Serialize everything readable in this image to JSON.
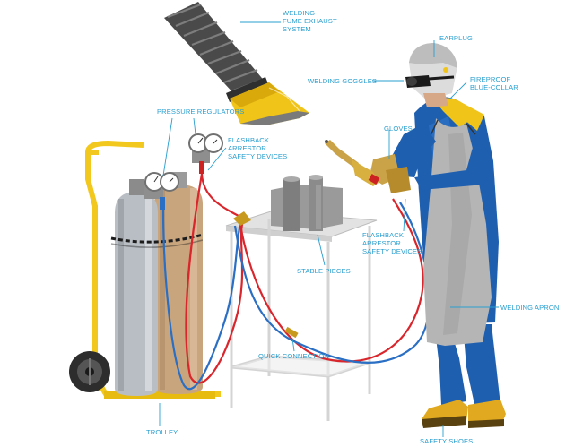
{
  "colors": {
    "label_text": "#2a9fd0",
    "leader_line": "#2a9fd0",
    "yellow": "#f2c81e",
    "tan_cylinder": "#c9a57e",
    "gray_cylinder": "#b9bec4",
    "coverall_blue": "#1f5fb0",
    "apron_gray": "#b5b5b5",
    "hose_red": "#d9262c",
    "hose_blue": "#2a6fc4"
  },
  "labels": {
    "fume_exhaust": [
      "WELDING",
      "FUME EXHAUST",
      "SYSTEM"
    ],
    "earplug": [
      "EARPLUG"
    ],
    "goggles": [
      "WELDING GOGGLES"
    ],
    "fireproof": [
      "FIREPROOF",
      "BLUE-COLLAR"
    ],
    "regulators": [
      "PRESSURE REGULATORS"
    ],
    "gloves": [
      "GLOVES"
    ],
    "arrestor_left": [
      "FLASHBACK",
      "ARRESTOR",
      "SAFETY DEVICES"
    ],
    "arrestor_right": [
      "FLASHBACK",
      "ARRESTOR",
      "SAFETY DEVICES"
    ],
    "stable_pieces": [
      "STABLE PIECES"
    ],
    "apron": [
      "WELDING APRON"
    ],
    "quick_connection": [
      "QUICK CONNECTION"
    ],
    "trolley": [
      "TROLLEY"
    ],
    "safety_shoes": [
      "SAFETY SHOES"
    ]
  }
}
